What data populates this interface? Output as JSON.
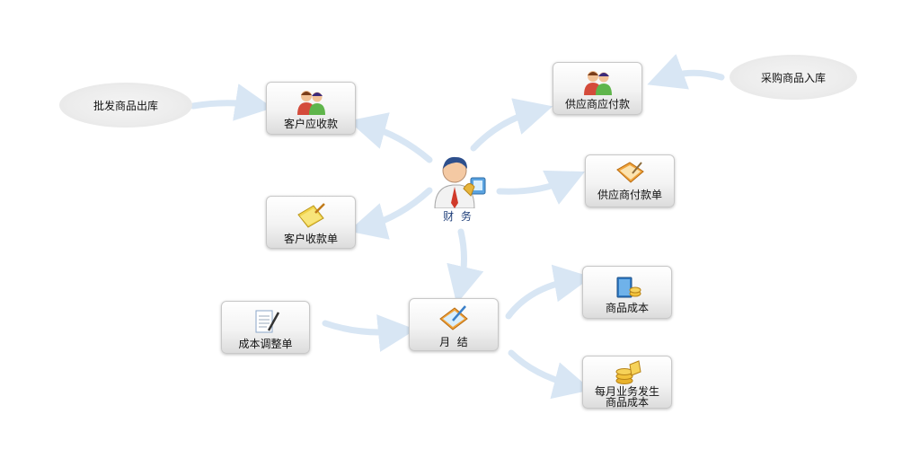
{
  "center": {
    "label": "财 务"
  },
  "sources": {
    "wholesale_out": "批发商品出库",
    "purchase_in": "采购商品入库"
  },
  "nodes": {
    "customer_receivable": "客户应收款",
    "customer_receipt": "客户收款单",
    "supplier_payable": "供应商应付款",
    "supplier_payment": "供应商付款单",
    "cost_adjust": "成本调整单",
    "month_end": "月  结",
    "goods_cost": "商品成本",
    "monthly_cost_line1": "每月业务发生",
    "monthly_cost_line2": "商品成本"
  },
  "colors": {
    "arrow": "#d8e6f4",
    "node_border": "#c8c8c8",
    "center_label": "#1f3f7a"
  }
}
